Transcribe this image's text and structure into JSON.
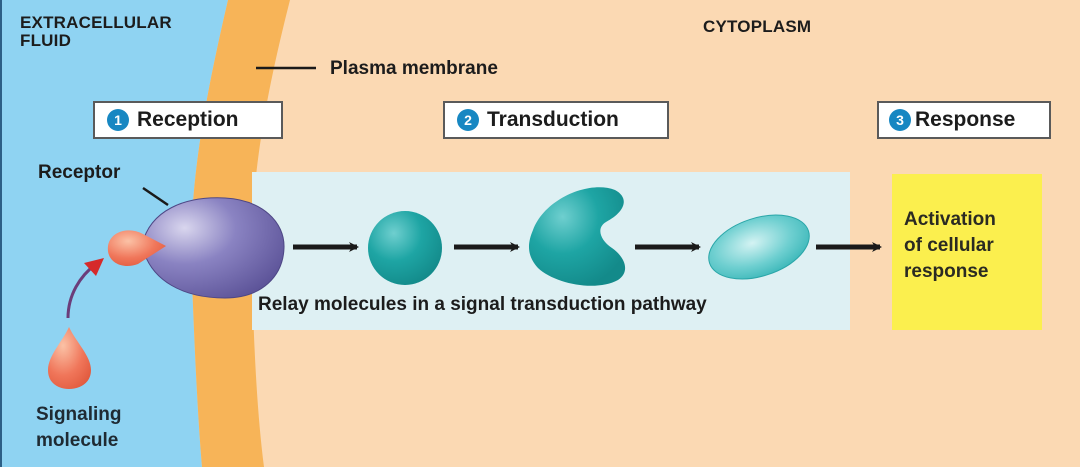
{
  "diagram": {
    "type": "cell-signaling-pathway",
    "regions": {
      "extracellular": "EXTRACELLULAR\nFLUID",
      "extracellular_line1": "EXTRACELLULAR",
      "extracellular_line2": "FLUID",
      "cytoplasm": "CYTOPLASM",
      "membrane": "Plasma membrane"
    },
    "stages": [
      {
        "number": "1",
        "label": "Reception"
      },
      {
        "number": "2",
        "label": "Transduction"
      },
      {
        "number": "3",
        "label": "Response"
      }
    ],
    "labels": {
      "receptor": "Receptor",
      "signaling_line1": "Signaling",
      "signaling_line2": "molecule",
      "relay": "Relay molecules in a signal transduction pathway",
      "response_line1": "Activation",
      "response_line2": "of cellular",
      "response_line3": "response"
    },
    "flow": [
      "Signaling molecule",
      "Receptor",
      "Relay molecule 1",
      "Relay molecule 2",
      "Relay molecule 3",
      "Activation of cellular response"
    ],
    "colors": {
      "extracellular": "#8fd3f2",
      "membrane": "#f7b458",
      "cytoplasm": "#fbd9b3",
      "relay_panel": "#def0f3",
      "receptor": "#7a73b3",
      "signal": "#f0765a",
      "relay": "#1c9b9b",
      "response": "#fbef4e",
      "badge": "#1787c2"
    }
  }
}
